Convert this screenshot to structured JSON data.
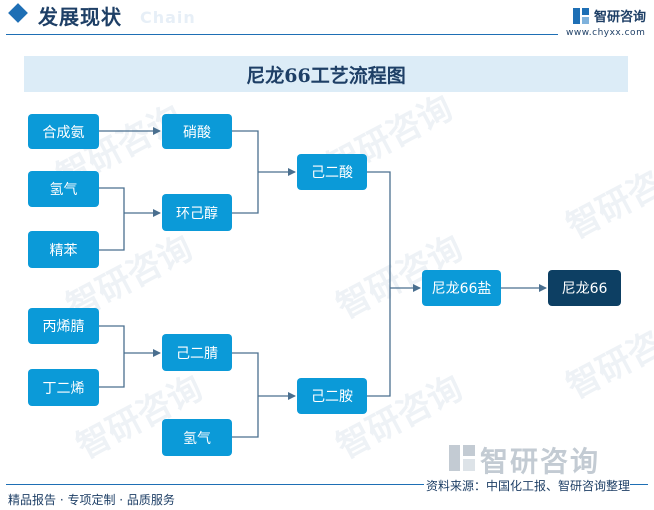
{
  "header": {
    "title": "发展现状",
    "ghost_text": "Chain",
    "logo_name": "智研咨询",
    "logo_url": "www.chyxx.com"
  },
  "diagram": {
    "title": "尼龙66工艺流程图",
    "nodes": {
      "hechengan": "合成氨",
      "qingqi_top": "氢气",
      "jingben": "精苯",
      "bingxijing": "丙烯腈",
      "dingerxi": "丁二烯",
      "xiaosuan": "硝酸",
      "huanjichun": "环己醇",
      "jierjing": "己二腈",
      "qingqi_bottom": "氢气",
      "jiersuan": "己二酸",
      "jieran": "己二胺",
      "nilong66yan": "尼龙66盐",
      "nilong66": "尼龙66"
    }
  },
  "watermark": {
    "text": "智研咨询"
  },
  "footer": {
    "left": "精品报告 · 专项定制 · 品质服务",
    "right": "资料来源：中国化工报、智研咨询整理"
  },
  "colors": {
    "node": "#0b9ad8",
    "node_final": "#0d3f63",
    "line": "#4a6f8f",
    "accent": "#1e6fb5"
  }
}
